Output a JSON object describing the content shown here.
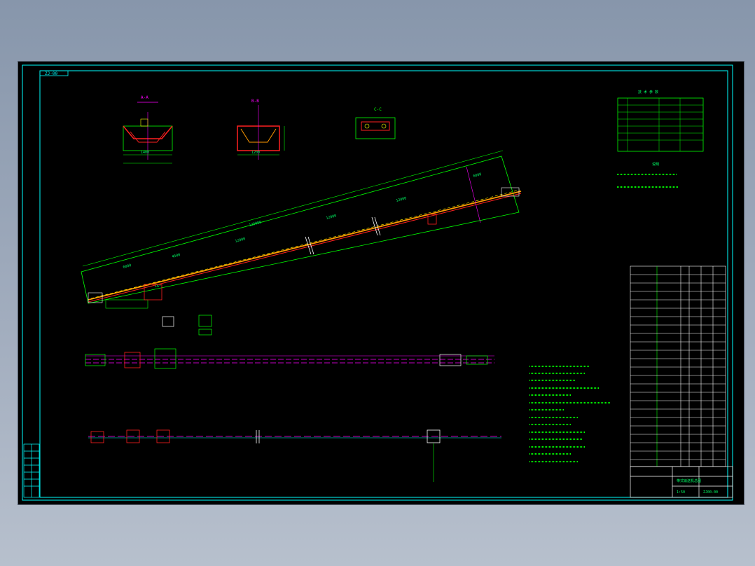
{
  "app": {
    "drawing_tab_label": "ZJ-00",
    "drawing_number": "ZJ00-00"
  },
  "colors": {
    "background": "#000000",
    "frame": "#00ffff",
    "green": "#00ff00",
    "red": "#ff2020",
    "magenta": "#ff00ff",
    "yellow": "#ffff00",
    "white": "#ffffff",
    "orange": "#ff9900"
  },
  "views": {
    "section_a_label": "A-A",
    "section_b_label": "B-B",
    "section_c_label": "C-C",
    "dim_width_a": "1400",
    "dim_width_b": "1200"
  },
  "conveyor": {
    "total_length_label": "125000",
    "span_labels": [
      "6000",
      "4500",
      "12000",
      "12000",
      "12000",
      "6000"
    ],
    "angle_label": "16°"
  },
  "tables": {
    "spec_table_title": "技 术 参 数",
    "notes_title": "说明",
    "bom_title_block_text": "带式输送机总图",
    "bom_scale": "1:50"
  }
}
